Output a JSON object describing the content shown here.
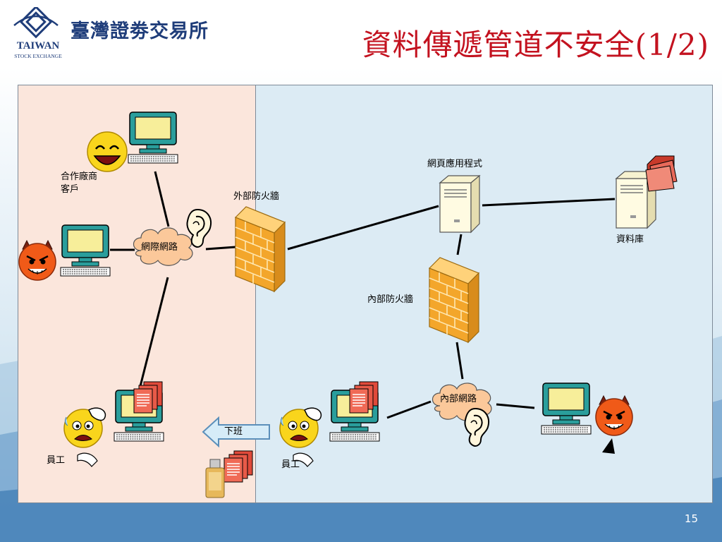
{
  "header": {
    "org_name": "臺灣證劵交易所",
    "logo_word": "TAIWAN",
    "logo_sub": "STOCK EXCHANGE",
    "title": "資料傳遞管道不安全(1/2)"
  },
  "diagram": {
    "labels": {
      "partner_client": [
        "合作廠商",
        "客戶"
      ],
      "internet": "網際網路",
      "external_firewall": "外部防火牆",
      "web_app": "網頁應用程式",
      "database": "資料庫",
      "internal_firewall": "內部防火牆",
      "intranet": "內部網路",
      "employee_left": "員工",
      "employee_right": "員工",
      "off_work": "下班"
    }
  },
  "footer": {
    "page_number": "15"
  },
  "colors": {
    "title": "#c3121f",
    "brand_blue": "#1f3d7a",
    "left_zone": "#fbe6dc",
    "right_zone": "#dcebf4",
    "firewall": "#f3a62b",
    "cloud": "#fbc89a"
  }
}
